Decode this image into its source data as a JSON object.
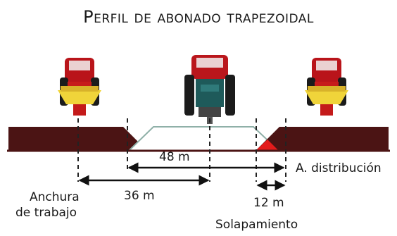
{
  "title": "Perfil de abonado trapezoidal",
  "labels": {
    "m48": "48 m",
    "distribution": "A. distribución",
    "working_width_line1": "Anchura",
    "working_width_line2": "de trabajo",
    "m36": "36 m",
    "m12": "12 m",
    "overlap": "Solapamiento"
  },
  "colors": {
    "profile_dark": "#4b1414",
    "overlap_red": "#e31b1b",
    "tractor_red": "#c41a1a",
    "tractor_green": "#1e5a5a",
    "spreader_yellow": "#f0d43a"
  }
}
